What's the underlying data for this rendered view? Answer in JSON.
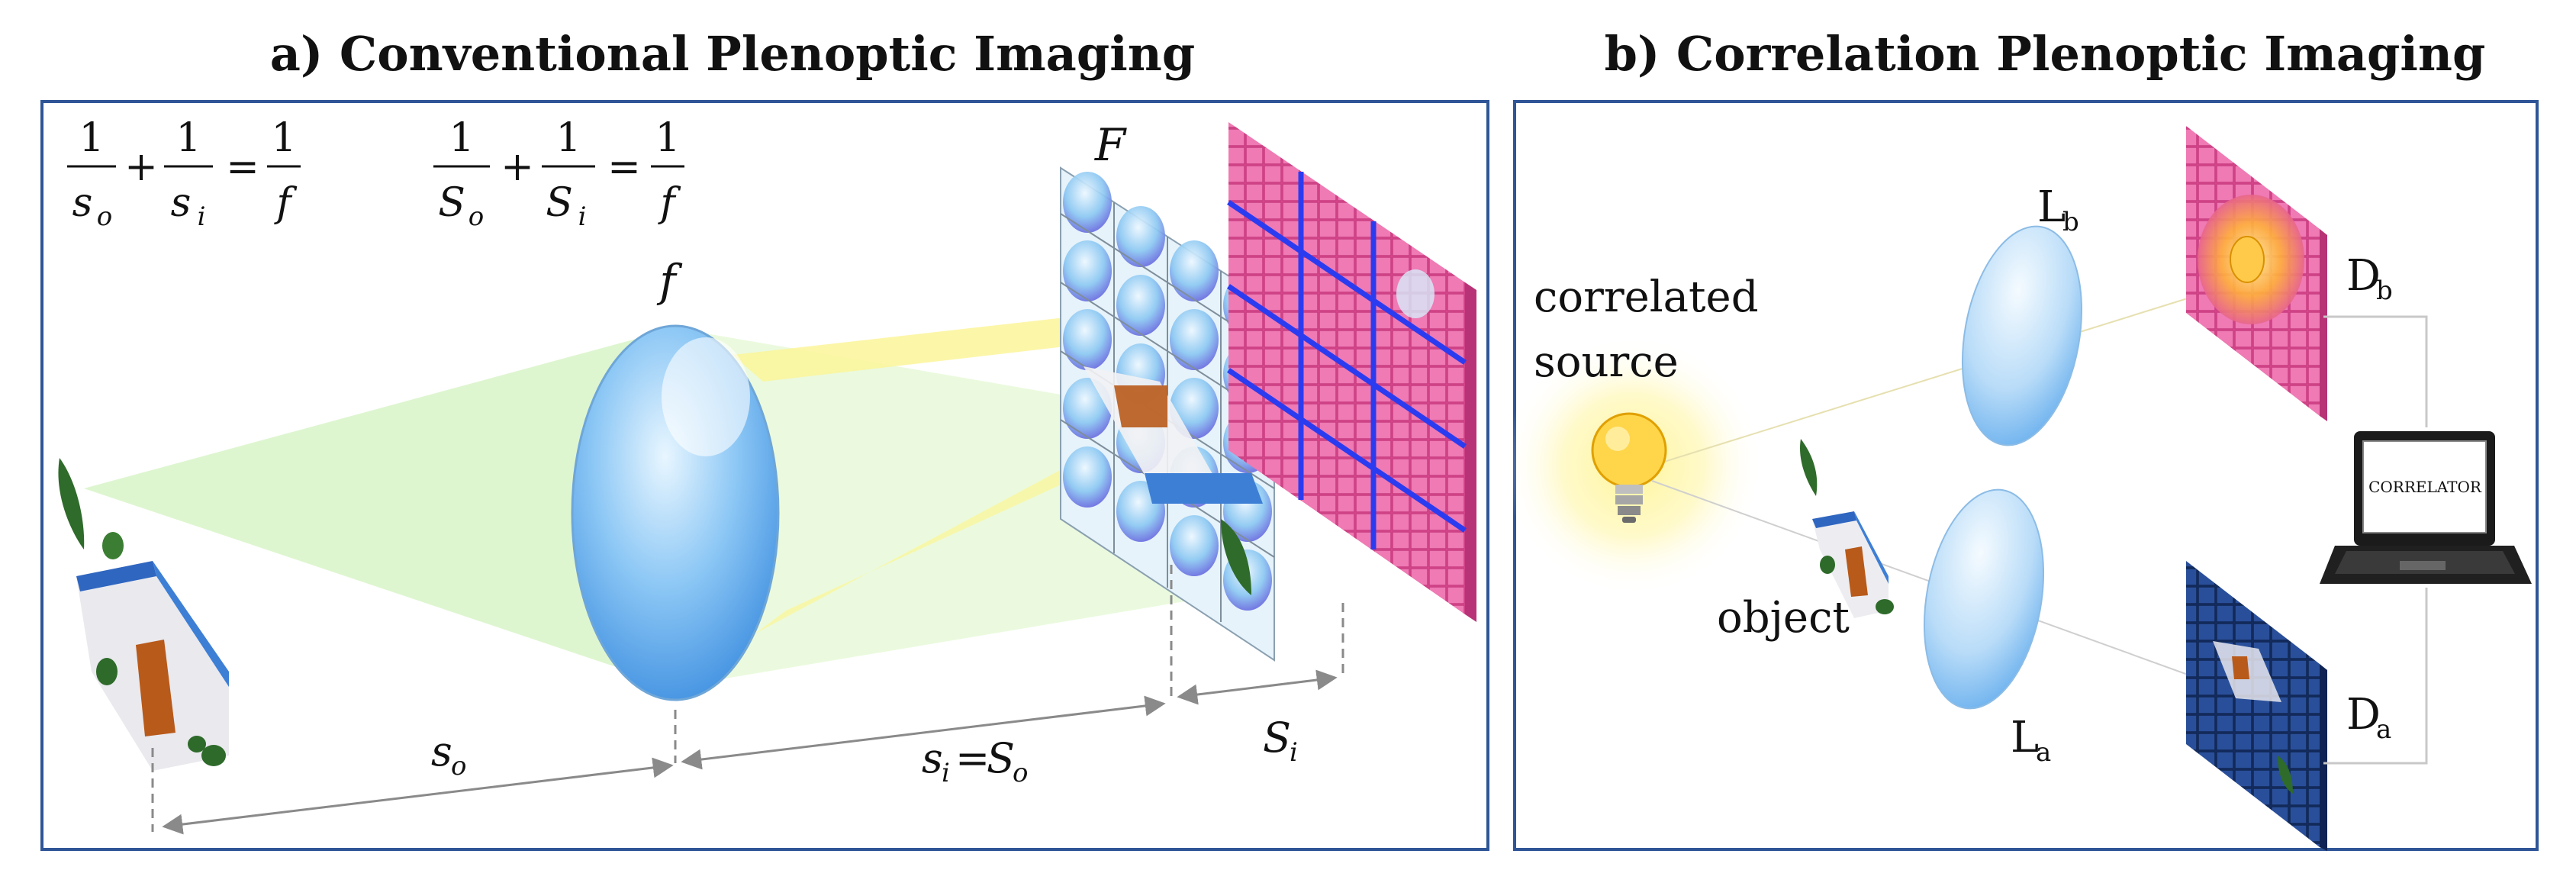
{
  "panel_a": {
    "title": "a) Conventional Plenoptic Imaging",
    "eq1": {
      "n1": "1",
      "d1": "s",
      "d1sub": "o",
      "plus": "+",
      "n2": "1",
      "d2": "s",
      "d2sub": "i",
      "eq": "=",
      "n3": "1",
      "d3": "f"
    },
    "eq2": {
      "n1": "1",
      "d1": "S",
      "d1sub": "o",
      "plus": "+",
      "n2": "1",
      "d2": "S",
      "d2sub": "i",
      "eq": "=",
      "n3": "1",
      "d3": "f"
    },
    "lens_label": "f",
    "microlens_label": "F",
    "dim_so": {
      "main": "s",
      "sub": "o"
    },
    "dim_si_So": {
      "main1": "s",
      "sub1": "i",
      "eq": "=",
      "main2": "S",
      "sub2": "o"
    },
    "dim_Si": {
      "main": "S",
      "sub": "i"
    }
  },
  "panel_b": {
    "title": "b) Correlation Plenoptic Imaging",
    "source_label_1": "correlated",
    "source_label_2": "source",
    "object_label": "object",
    "lens_b": {
      "main": "L",
      "sub": "b"
    },
    "lens_a": {
      "main": "L",
      "sub": "a"
    },
    "det_b": {
      "main": "D",
      "sub": "b"
    },
    "det_a": {
      "main": "D",
      "sub": "a"
    },
    "laptop_screen_text": "CORRELATOR"
  },
  "colors": {
    "frame": "#2f5597",
    "green_beam": "#d8f5c8",
    "yellow_beam": "#fbf59a",
    "lens_blue": "#4a9fe6",
    "pink_sensor": "#e2559a",
    "blue_grid": "#2b3cf0",
    "navy_sensor": "#1f3f87"
  }
}
